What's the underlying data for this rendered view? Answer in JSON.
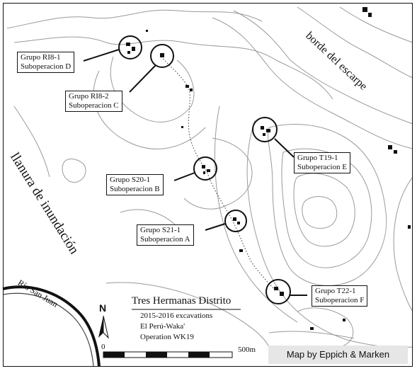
{
  "map": {
    "labels": {
      "groups": [
        {
          "line1": "Grupo RI8-1",
          "line2": "Suboperacion D"
        },
        {
          "line1": "Grupo RI8-2",
          "line2": "Suboperacion C"
        },
        {
          "line1": "Grupo S20-1",
          "line2": "Suboperacion B"
        },
        {
          "line1": "Grupo S21-1",
          "line2": "Suboperacion A"
        },
        {
          "line1": "Grupo T19-1",
          "line2": "Suboperacion E"
        },
        {
          "line1": "Grupo T22-1",
          "line2": "Suboperacion F"
        }
      ],
      "escarpment": "borde del escarpe",
      "floodplain": "llanura de inundación",
      "river": "Río San Juan"
    },
    "title_block": {
      "title": "Tres Hermanas Distrito",
      "line1": "2015-2016 excavations",
      "line2": "El Perú-Waka'",
      "line3": "Operation WK19"
    },
    "north_arrow": {
      "letter": "N"
    },
    "scale_bar": {
      "start": "0",
      "end": "500m"
    },
    "credit": "Map by Eppich & Marken"
  }
}
